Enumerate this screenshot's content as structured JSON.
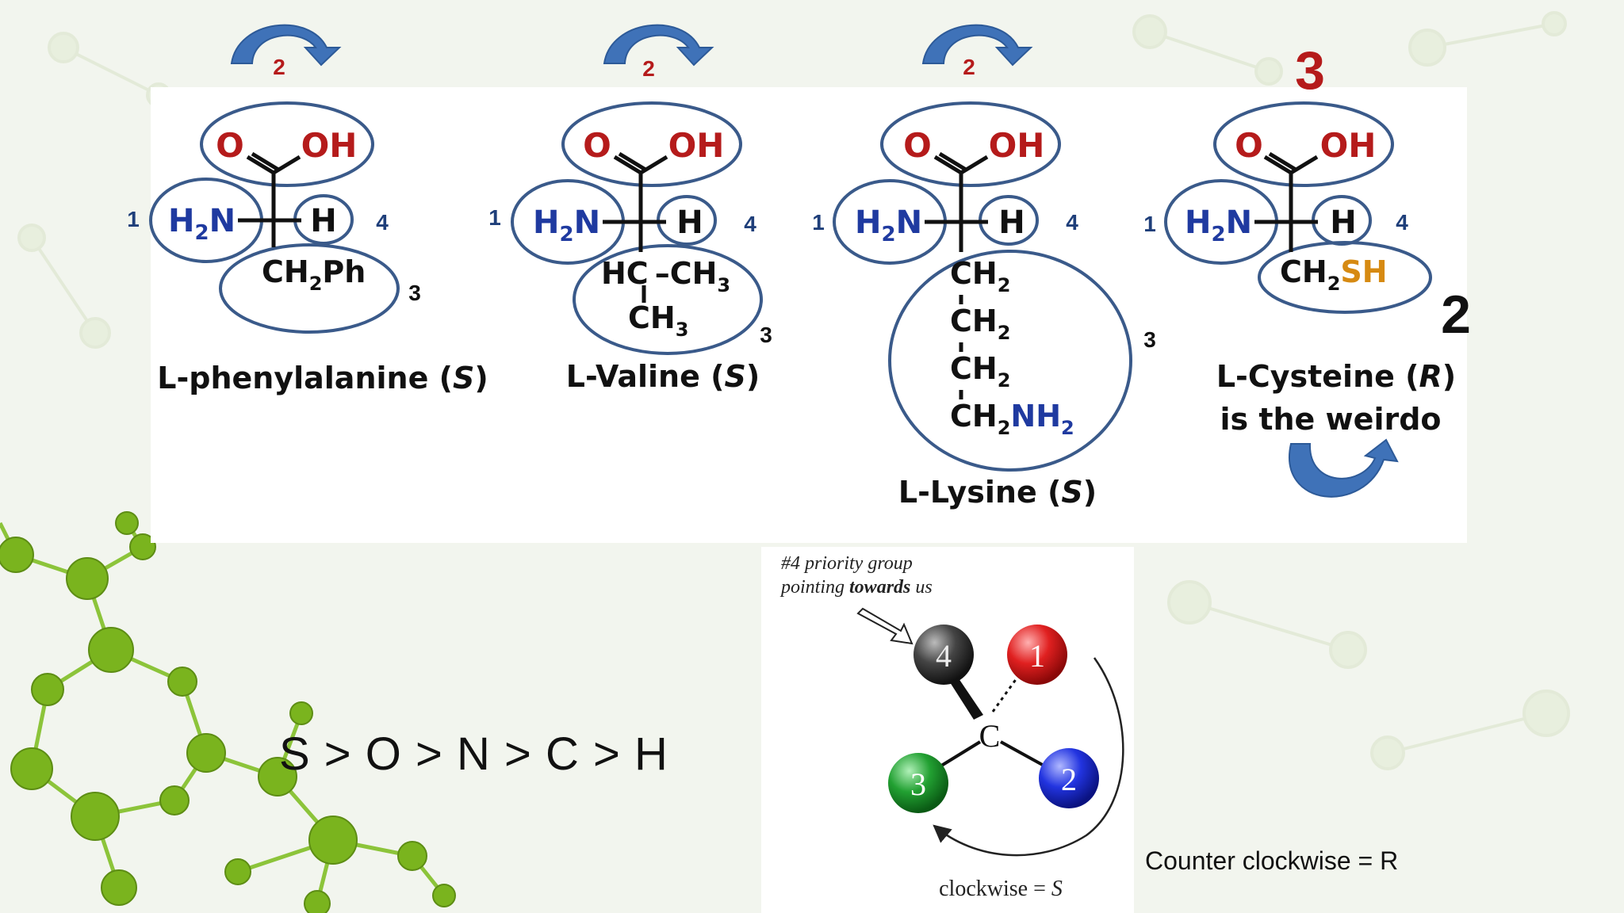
{
  "slide": {
    "colors": {
      "circle_stroke": "#3a5a8a",
      "arrow_fill": "#3f72b8",
      "oxygen_red": "#b51b1b",
      "nitrogen_blue": "#1f3aa0",
      "sulfur_orange": "#d68a12",
      "priority_red": "#b51b1b",
      "label_blue": "#1f3f7a",
      "molecule_green": "#7ab41e"
    },
    "molecules": [
      {
        "name": "L-phenylalanine",
        "config": "S",
        "top_arrow_label": "2",
        "left_number": "1",
        "right_number": "4",
        "side_number": "3",
        "carboxyl_o": "O",
        "carboxyl_oh": "OH",
        "amine": "H",
        "amine_sub": "2",
        "amine_n": "N",
        "hydrogen": "H",
        "side_chain": [
          "CH",
          "2",
          "Ph"
        ]
      },
      {
        "name": "L-Valine",
        "config": "S",
        "top_arrow_label": "2",
        "left_number": "1",
        "right_number": "4",
        "side_number": "3",
        "carboxyl_o": "O",
        "carboxyl_oh": "OH",
        "amine": "H",
        "amine_sub": "2",
        "amine_n": "N",
        "hydrogen": "H",
        "side_chain_line1": [
          "HC",
          "–CH",
          "3"
        ],
        "side_chain_line2": [
          "CH",
          "3"
        ]
      },
      {
        "name": "L-Lysine",
        "config": "S",
        "top_arrow_label": "2",
        "left_number": "1",
        "right_number": "4",
        "side_number": "3",
        "carboxyl_o": "O",
        "carboxyl_oh": "OH",
        "amine": "H",
        "amine_sub": "2",
        "amine_n": "N",
        "hydrogen": "H",
        "chain": [
          "CH",
          "2"
        ],
        "terminal": [
          "CH",
          "2",
          "NH",
          "2"
        ]
      },
      {
        "name_line1": "L-Cysteine",
        "config": "R",
        "name_line2": "is the weirdo",
        "top_label": "3",
        "left_number": "1",
        "right_number": "4",
        "side_label_big": "2",
        "carboxyl_o": "O",
        "carboxyl_oh": "OH",
        "amine": "H",
        "amine_sub": "2",
        "amine_n": "N",
        "hydrogen": "H",
        "side_chain": [
          "CH",
          "2",
          "SH"
        ]
      }
    ],
    "priority_rule": "S > O > N > C > H",
    "diagram": {
      "note_line1": "#4  priority group",
      "note_line2_a": "pointing ",
      "note_line2_b": "towards",
      "note_line2_c": " us",
      "center": "C",
      "spheres": [
        {
          "label": "4",
          "color": "#2a2a2a"
        },
        {
          "label": "1",
          "color": "#d01818"
        },
        {
          "label": "2",
          "color": "#2030d0"
        },
        {
          "label": "3",
          "color": "#1c8a2a"
        }
      ],
      "caption": "clockwise = ",
      "caption_italic": "S"
    },
    "ccw_note": "Counter clockwise = R"
  }
}
